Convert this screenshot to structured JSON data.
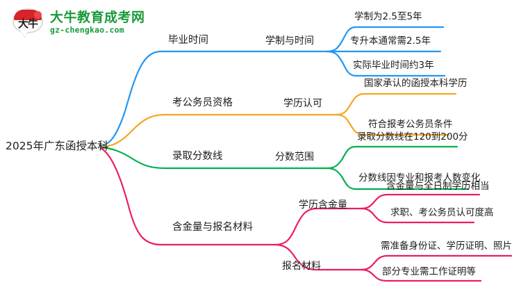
{
  "logo": {
    "mark_text": "大牛",
    "title": "大牛教育成考网",
    "url": "gz-chengkao.com",
    "brand_green": "#1a9a3c",
    "brand_red": "#d7232a"
  },
  "mindmap": {
    "root": {
      "label": "2025年广东函授本科"
    },
    "branches": [
      {
        "color": "#2196f3",
        "level1": "毕业时间",
        "level2": [
          {
            "label": "学制与时间",
            "leaves": [
              "学制为2.5至5年",
              "专升本通常需2.5年",
              "实际毕业时间约3年"
            ]
          }
        ]
      },
      {
        "color": "#f5a623",
        "level1": "考公务员资格",
        "level2": [
          {
            "label": "学历认可",
            "leaves": [
              "国家承认的函授本科学历",
              "符合报考公务员条件"
            ]
          }
        ]
      },
      {
        "color": "#00b050",
        "level1": "录取分数线",
        "level2": [
          {
            "label": "分数范围",
            "leaves": [
              "录取分数线在120到200分",
              "分数线因专业和报考人数变化"
            ]
          }
        ]
      },
      {
        "color": "#ea1e63",
        "level1": "含金量与报名材料",
        "level2": [
          {
            "label": "学历含金量",
            "leaves": [
              "含金量与全日制学历相当",
              "求职、考公务员认可度高"
            ]
          },
          {
            "label": "报名材料",
            "leaves": [
              "需准备身份证、学历证明、照片",
              "部分专业需工作证明等"
            ]
          }
        ]
      }
    ]
  }
}
